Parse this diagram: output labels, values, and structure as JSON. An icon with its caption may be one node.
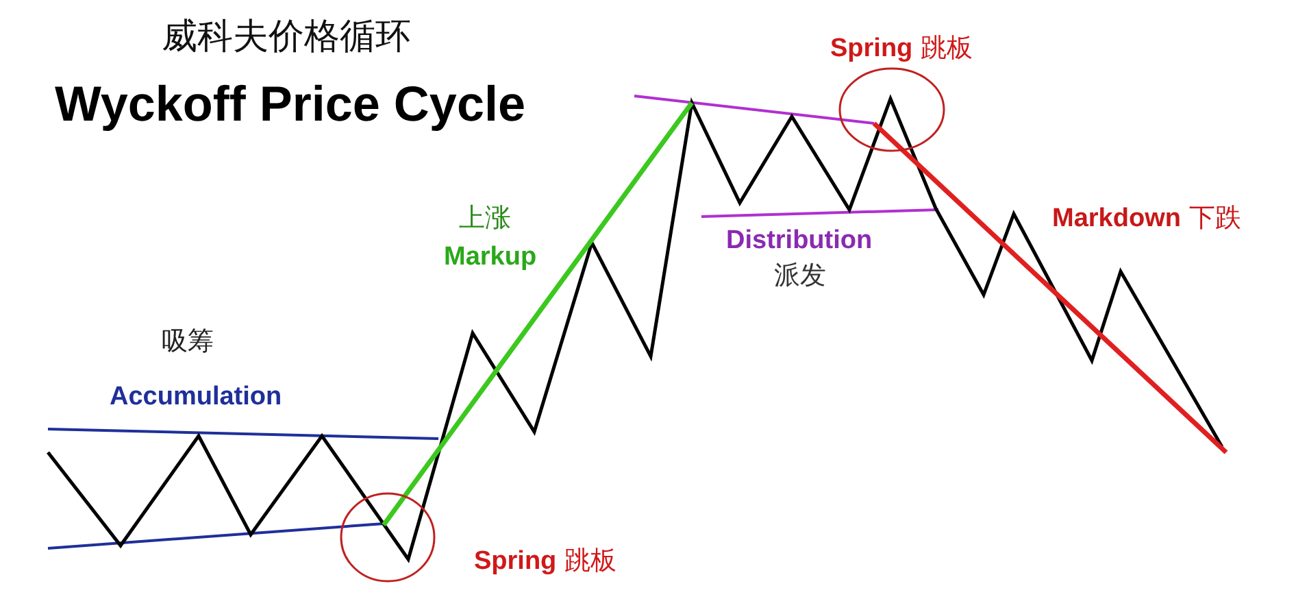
{
  "diagram": {
    "labels": [
      "威科夫价格循环",
      "Wyckoff Price Cycle",
      "Spring 跳板",
      "上涨",
      "Markup",
      "Distribution",
      "派发",
      "Markdown 下跌",
      "吸筹",
      "Accumulation",
      "Spring 跳板"
    ]
  }
}
